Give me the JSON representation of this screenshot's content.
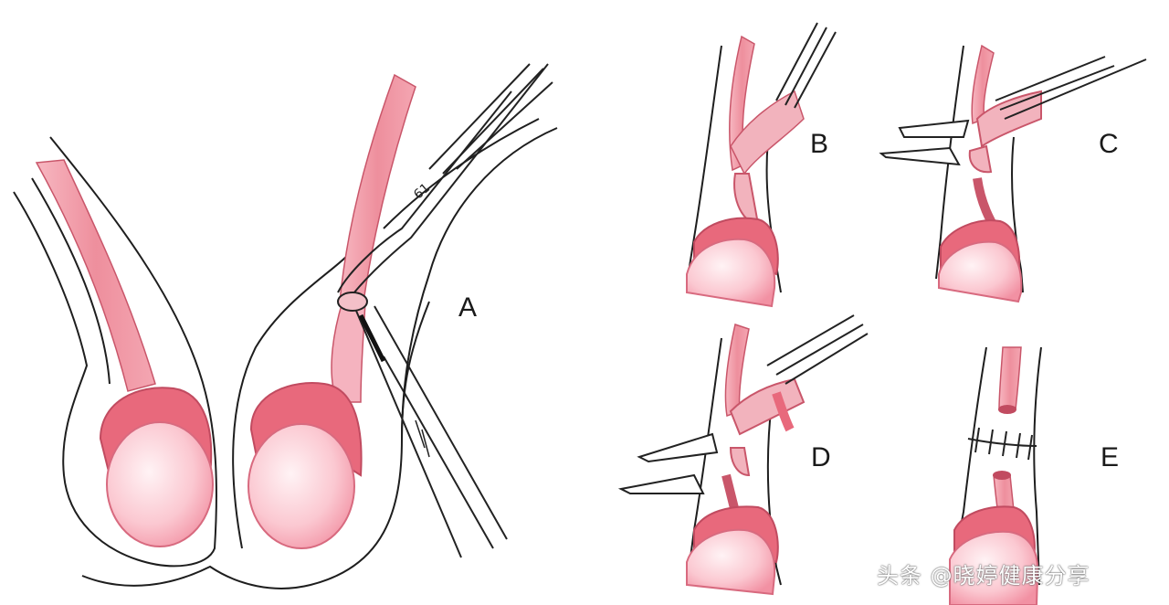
{
  "panels": [
    {
      "label": "A"
    },
    {
      "label": "B"
    },
    {
      "label": "C"
    },
    {
      "label": "D"
    },
    {
      "label": "E"
    }
  ],
  "forceps_mark": "61",
  "watermark": "头条 @晓婷健康分享",
  "colors": {
    "vas": "#ee8f9d",
    "testis_light": "#fde6ea",
    "testis_dark": "#f4a4b2",
    "epididymis": "#e8697c",
    "outline": "#1e1e1e"
  }
}
